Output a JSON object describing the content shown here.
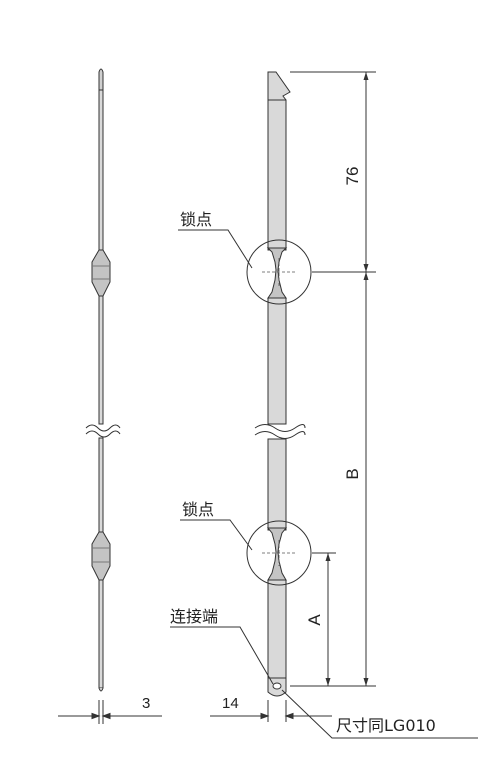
{
  "labels": {
    "dim_thickness": "3",
    "dim_width": "14",
    "dim_top": "76",
    "dim_b": "B",
    "dim_a": "A",
    "lock_point_1": "锁点",
    "lock_point_2": "锁点",
    "connect_end": "连接端",
    "size_ref": "尺寸同LG010"
  },
  "colors": {
    "line": "#333333",
    "rod_fill": "#d9d9d9",
    "lock_fill": "#c4c4c4"
  }
}
